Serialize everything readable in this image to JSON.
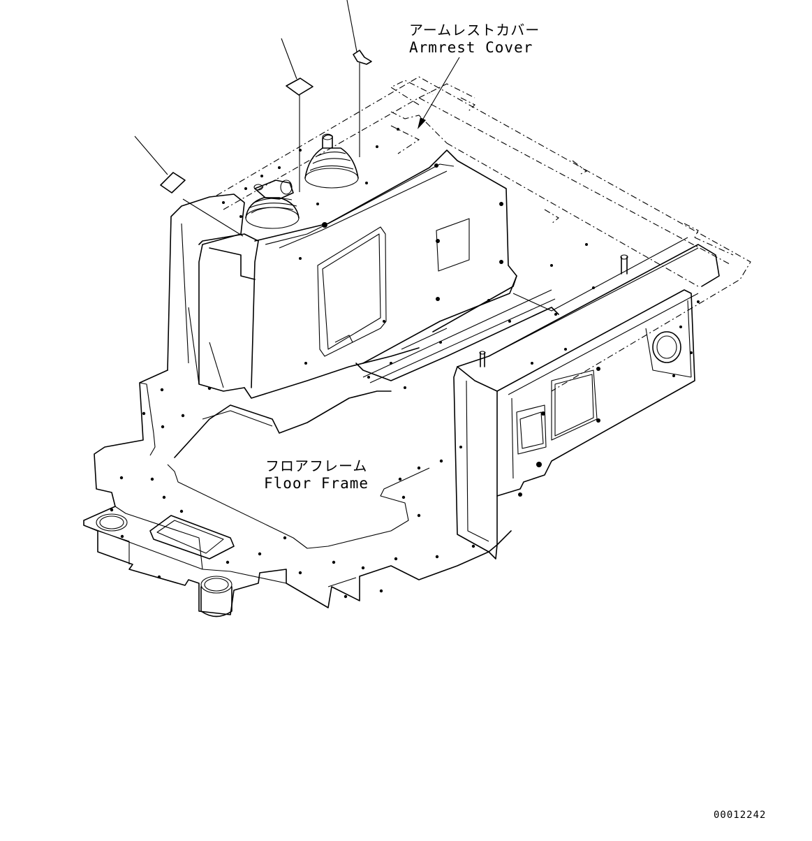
{
  "labels": {
    "armrest_cover_jp": "アームレストカバー",
    "armrest_cover_en": "Armrest Cover",
    "floor_frame_jp": "フロアフレーム",
    "floor_frame_en": "Floor Frame"
  },
  "document_number": "00012242",
  "colors": {
    "line": "#000000",
    "background": "#ffffff"
  }
}
